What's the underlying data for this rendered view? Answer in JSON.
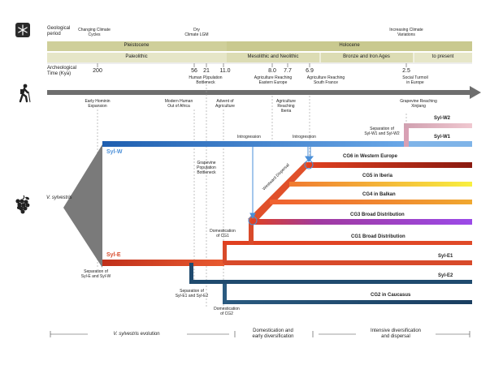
{
  "header": {
    "geo_label_line1": "Geological",
    "geo_label_line2": "period",
    "changing_climate_line1": "Changing Climate",
    "changing_climate_line2": "Cycles",
    "dry_climate_line1": "Dry",
    "dry_climate_line2": "Climate LGM",
    "increasing_climate_line1": "Increasing Climate",
    "increasing_climate_line2": "Variations",
    "pleistocene": "Pleistocene",
    "holocene": "Holocene",
    "paleolithic": "Paleolithic",
    "mesolithic": "Mesolithic and Neolithic",
    "bronze_iron": "Bronze and Iron Ages",
    "to_present": "to present",
    "arch_label_line1": "Archeological",
    "arch_label_line2": "Time (Kya)",
    "time_marks": [
      "200",
      "56",
      "21",
      "11.0",
      "8.0",
      "7.7",
      "6.9",
      "2.5"
    ]
  },
  "events": {
    "early_hominin": [
      "Early Hominin",
      "Expansion"
    ],
    "out_of_africa": [
      "Modern Human",
      "Out of Africa"
    ],
    "human_bottleneck": [
      "Human Population",
      "Bottleneck"
    ],
    "advent_agriculture": [
      "Advent of",
      "Agriculture"
    ],
    "agri_eastern": [
      "Agriculture Reaching",
      "Eastern Europe"
    ],
    "agri_iberia": [
      "Agriculture",
      "Reaching",
      "Iberia"
    ],
    "agri_france": [
      "Agriculture Reaching",
      "South France"
    ],
    "grapevine_xinjiang": [
      "Grapevine Reaching",
      "Xinjiang"
    ],
    "social_turmoil": [
      "Social Turmoil",
      "in Europe"
    ],
    "grapevine_bottleneck": [
      "Grapevine",
      "Population",
      "Bottleneck"
    ],
    "separation_w1_w2": [
      "Separation of",
      "Syl-W1 and Syl-W2"
    ],
    "introgression_1": "Introgression",
    "introgression_2": "Introgression",
    "westward_dispersal": "Westward Dispersal",
    "domestication_cg1": [
      "Domestication",
      "of CG1"
    ],
    "separation_e_w": [
      "Separation of",
      "Syl-E and Syl-W"
    ],
    "separation_e1_e2": [
      "Separation of",
      "Syl-E1 and Syl-E2"
    ],
    "domestication_cg2": [
      "Domestication",
      "of CG2"
    ]
  },
  "lineages": {
    "v_sylvestris_prefix": "V. sylvestris",
    "syl_w": "Syl-W",
    "syl_e": "Syl-E",
    "syl_w2": "Syl-W2",
    "syl_w1": "Syl-W1",
    "cg6": "CG6 in Western Europe",
    "cg5": "CG5 in Iberia",
    "cg4": "CG4 in Balkan",
    "cg3": "CG3 Broad Distribution",
    "cg1": "CG1 Broad Distribution",
    "syl_e1": "Syl-E1",
    "syl_e2": "Syl-E2",
    "cg2": "CG2 in Caucasus"
  },
  "footer": {
    "phase1_italic": "V. sylvestris",
    "phase1_rest": " evolution",
    "phase2": [
      "Domestication and",
      "early diversification"
    ],
    "phase3": [
      "Intensive diversification",
      "and dispersal"
    ]
  },
  "icons": [
    "snowflake-icon",
    "hiker-icon",
    "grape-cluster-icon"
  ],
  "colors": {
    "pleistocene_band": "#cfcf9a",
    "holocene_band": "#c8c890",
    "paleolithic_band": "#e4e4c6",
    "syl_w_blue": "#4a8fd8",
    "syl_e_red": "#d84a2a",
    "grey_trunk": "#7a7a7a",
    "syl_e2_navy": "#1f4a6e",
    "cg6_red": "#b52a1a",
    "cg5_yellow": "#f0e040",
    "cg4_orange": "#f0a030",
    "cg3_purple": "#9b4ae0",
    "syl_w2_pink": "#e0a0b0"
  }
}
